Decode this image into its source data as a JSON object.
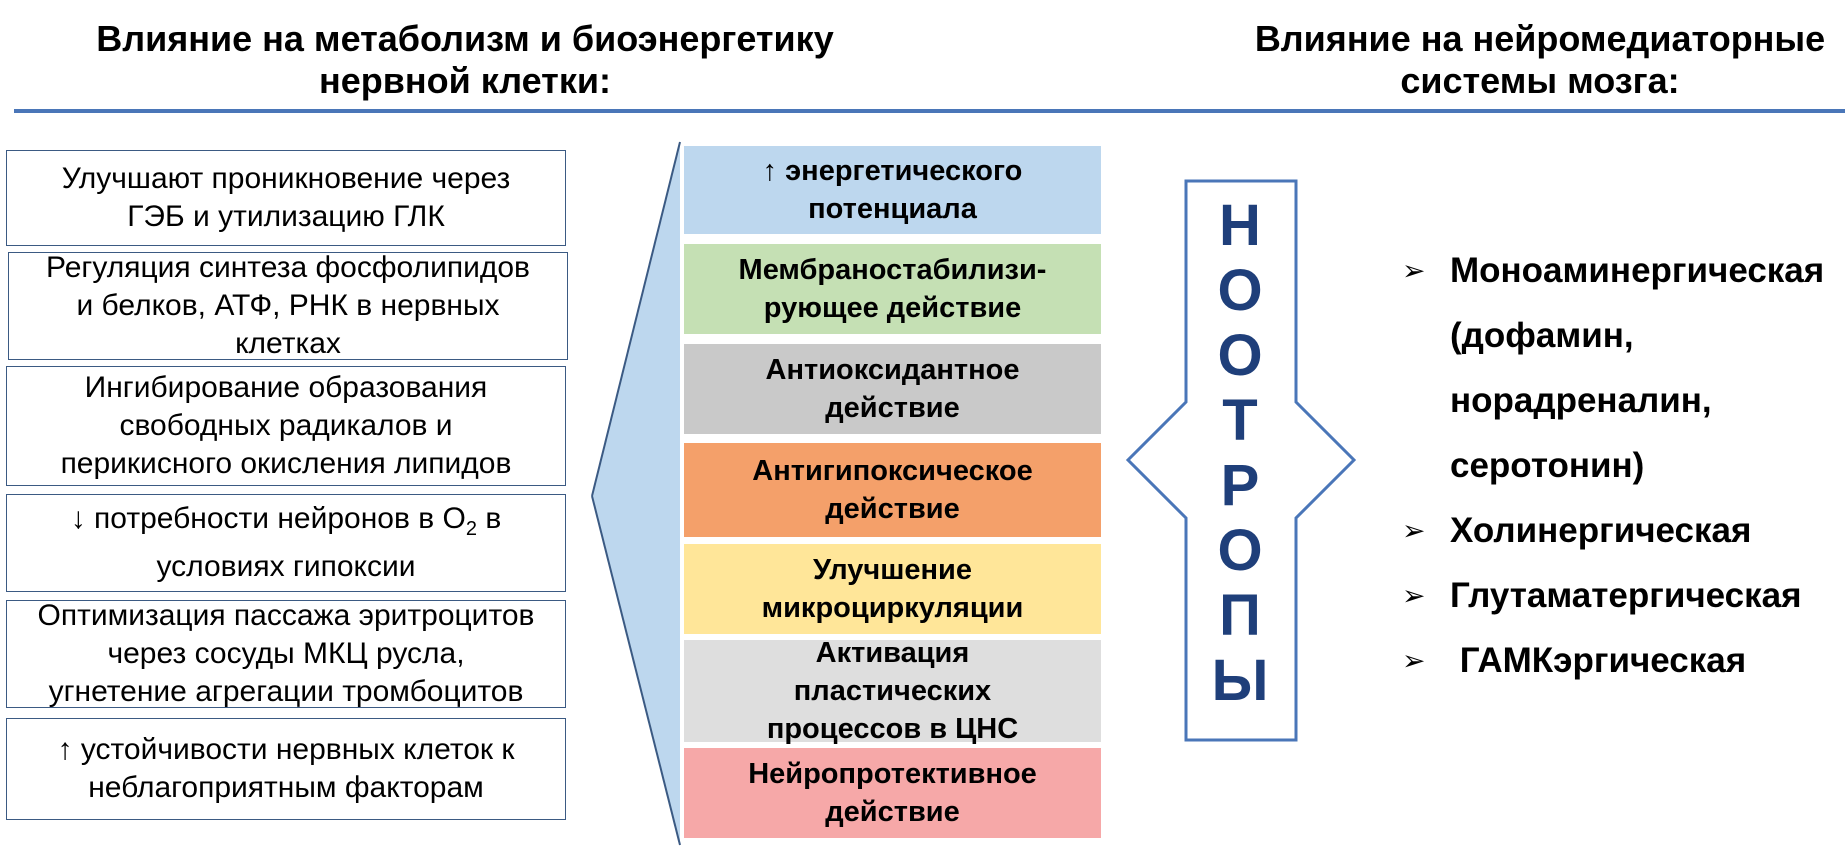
{
  "headers": {
    "left": [
      "Влияние на метаболизм и биоэнергетику",
      "нервной клетки:"
    ],
    "right": [
      "Влияние на нейромедиаторные",
      "системы мозга:"
    ]
  },
  "left_boxes": [
    {
      "lines": [
        "Улучшают проникновение через",
        "ГЭБ и утилизацию ГЛК"
      ]
    },
    {
      "lines": [
        "Регуляция синтеза фосфолипидов",
        "и белков, АТФ, РНК в нервных",
        "клетках"
      ]
    },
    {
      "lines": [
        "Ингибирование образования",
        "свободных радикалов и",
        "перикисного окисления липидов"
      ]
    },
    {
      "line1_pre": "↓ потребности нейронов в О",
      "line1_sub": "2",
      "line1_post": " в",
      "line2": "условиях гипоксии"
    },
    {
      "lines": [
        "Оптимизация пассажа эритроцитов",
        "через сосуды МКЦ русла,",
        "угнетение агрегации тромбоцитов"
      ]
    },
    {
      "lines": [
        "↑ устойчивости нервных клеток к",
        "неблагоприятным факторам"
      ]
    }
  ],
  "center_boxes": [
    {
      "lines": [
        "↑ энергетического",
        "потенциала"
      ],
      "color": "#bdd7ee"
    },
    {
      "lines": [
        "Мембраностабилизи-",
        "рующее действие"
      ],
      "color": "#c5e0b4"
    },
    {
      "lines": [
        "Антиоксидантное",
        "действие"
      ],
      "color": "#c9c9c9"
    },
    {
      "lines": [
        "Антигипоксическое",
        "действие"
      ],
      "color": "#f4a06a"
    },
    {
      "lines": [
        "Улучшение",
        "микроциркуляции"
      ],
      "color": "#ffe699"
    },
    {
      "lines": [
        "Активация",
        "пластических",
        "процессов в ЦНС"
      ],
      "color": "#dedede"
    },
    {
      "lines": [
        "Нейропротективное",
        "действие"
      ],
      "color": "#f6a8a8"
    }
  ],
  "nootropy_letters": [
    "Н",
    "О",
    "О",
    "Т",
    "Р",
    "О",
    "П",
    "Ы"
  ],
  "bullets": [
    {
      "marker": "➢",
      "text": "Моноаминергическая"
    },
    {
      "marker": "",
      "text": "(дофамин,"
    },
    {
      "marker": "",
      "text": "норадреналин,"
    },
    {
      "marker": "",
      "text": "серотонин)"
    },
    {
      "marker": "➢",
      "text": "Холинергическая"
    },
    {
      "marker": "➢",
      "text": "Глутаматергическая"
    },
    {
      "marker": "➢",
      "text": " ГАМКэргическая"
    }
  ],
  "colors": {
    "accent_rule": "#4a76b8",
    "funnel": "#bdd7ee",
    "arrow_stroke": "#4a76b8",
    "letters": "#1f3f7a"
  }
}
